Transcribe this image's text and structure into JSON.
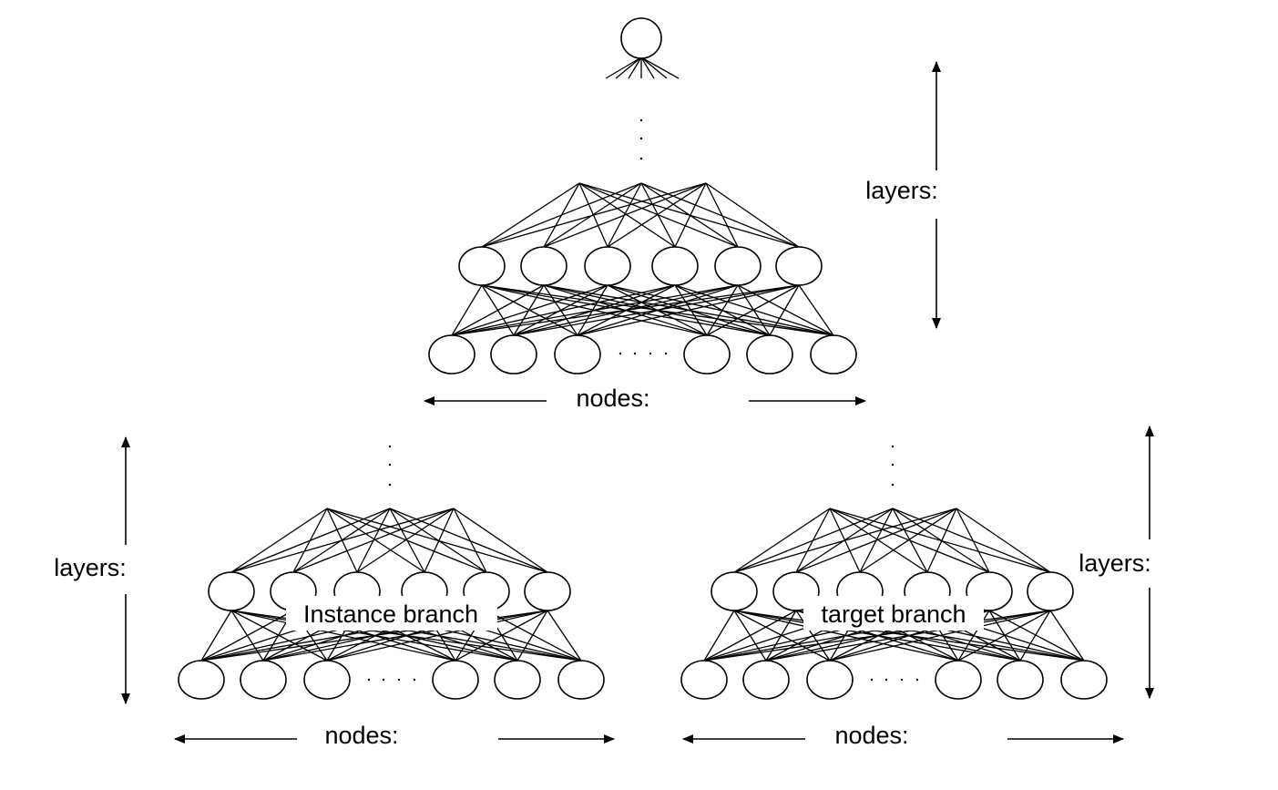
{
  "diagram": {
    "top_network": {
      "layers_label": "layers:",
      "nodes_label": "nodes:"
    },
    "instance_network": {
      "branch_label": "Instance branch",
      "layers_label": "layers:",
      "nodes_label": "nodes:"
    },
    "target_network": {
      "branch_label": "target branch",
      "layers_label": "layers:",
      "nodes_label": "nodes:"
    }
  }
}
